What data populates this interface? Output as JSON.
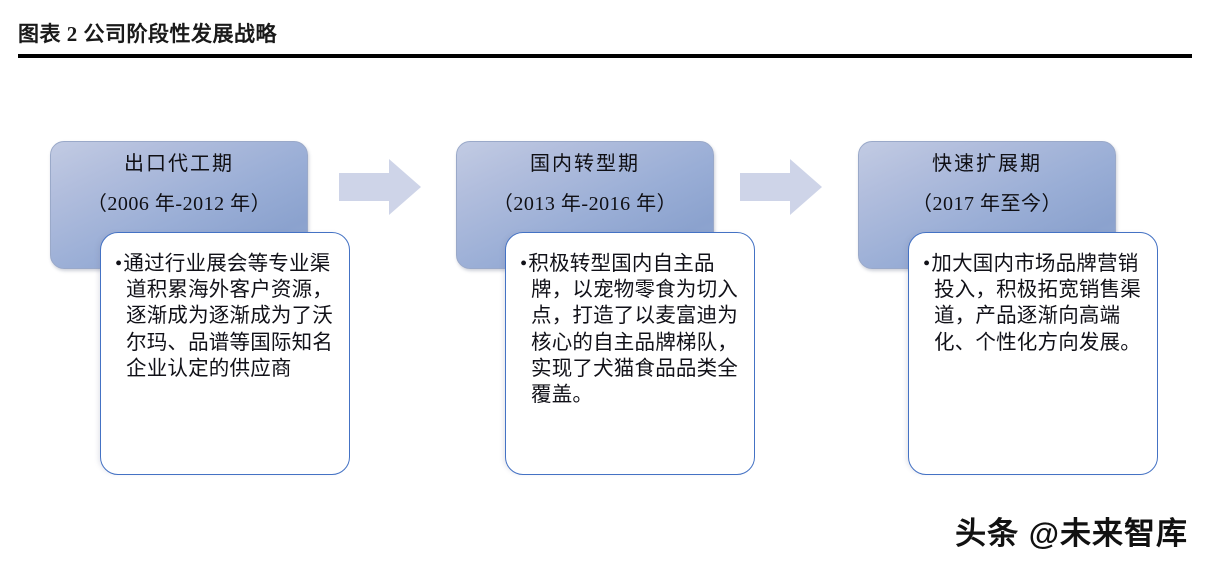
{
  "title": {
    "text": "图表 2 公司阶段性发展战略"
  },
  "diagram": {
    "type": "process-timeline",
    "accent_color": "#4472c4",
    "header_fill_top": "#c2cbe3",
    "header_fill_bottom": "#8ba2ce",
    "arrow_color": "#ced4e8",
    "stages": [
      {
        "name": "出口代工期",
        "period": "（2006 年-2012 年）",
        "bullet": "通过行业展会等专业渠道积累海外客户资源，逐渐成为逐渐成为了沃尔玛、品谱等国际知名企业认定的供应商"
      },
      {
        "name": "国内转型期",
        "period": "（2013 年-2016 年）",
        "bullet": "积极转型国内自主品牌，以宠物零食为切入点，打造了以麦富迪为核心的自主品牌梯队，实现了犬猫食品品类全覆盖。"
      },
      {
        "name": "快速扩展期",
        "period": "（2017 年至今）",
        "bullet": "加大国内市场品牌营销投入，积极拓宽销售渠道，产品逐渐向高端化、个性化方向发展。"
      }
    ],
    "connectors": [
      {
        "icon": "arrow-right-icon"
      },
      {
        "icon": "arrow-right-icon"
      }
    ]
  },
  "watermark": {
    "text": "头条 @未来智库"
  }
}
